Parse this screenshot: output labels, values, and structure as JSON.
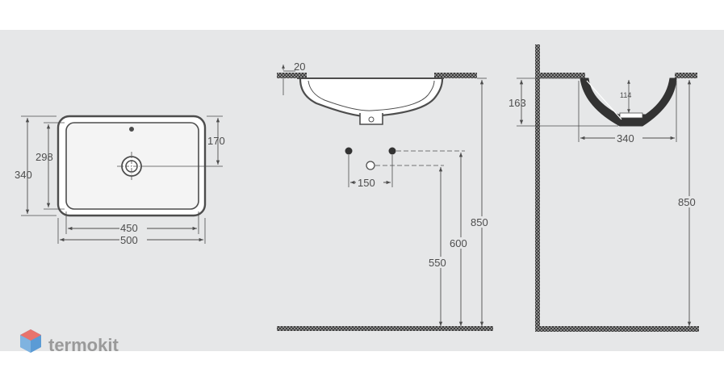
{
  "colors": {
    "panel": "#e6e7e8",
    "ink": "#4d4d4d",
    "wall": "#6e6e6e",
    "logo_text": "#9a9a9a",
    "logo_red": "#e8736c",
    "logo_blue": "#5b9bd5"
  },
  "top_view": {
    "dim_outer_height": "340",
    "dim_inner_height": "298",
    "dim_offset": "170",
    "dim_inner_width": "450",
    "dim_outer_width": "500"
  },
  "front_view": {
    "dim_rim": "20",
    "dim_pipe_spacing": "150",
    "dim_height_total": "850",
    "dim_height_pipes": "600",
    "dim_height_drain": "550"
  },
  "side_view": {
    "dim_depth": "163",
    "dim_bowl": "114",
    "dim_width": "340",
    "dim_height_total": "850"
  },
  "logo": {
    "text": "termokit",
    "icon": "hexagon-cube-icon"
  }
}
